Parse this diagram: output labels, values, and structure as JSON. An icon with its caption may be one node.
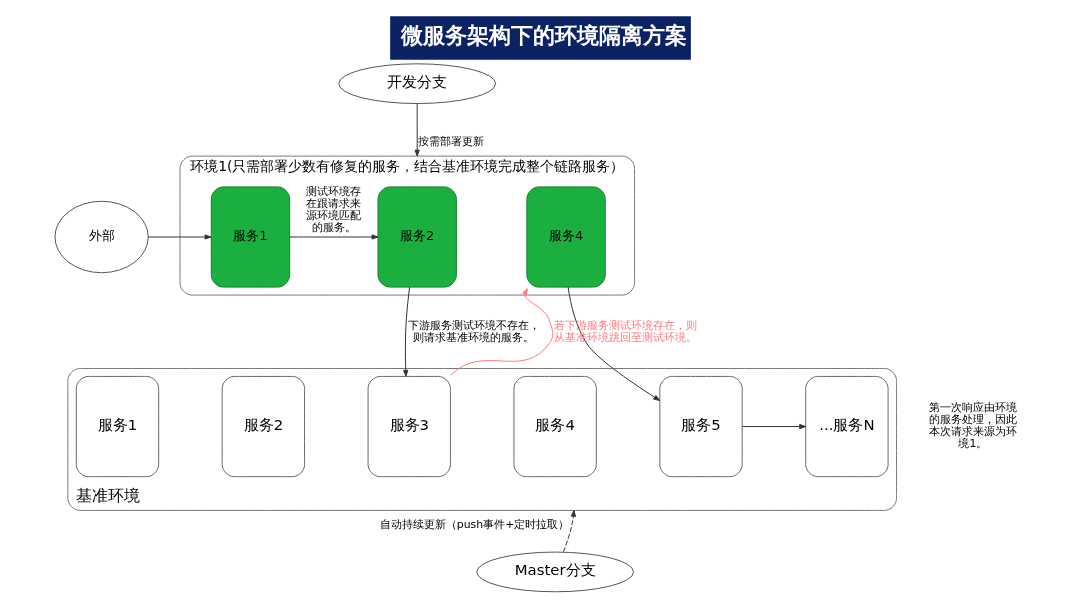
{
  "diagram": {
    "title": "微服务架构下的环境隔离方案",
    "nodes": [
      {
        "text": [
          "开发分支"
        ]
      },
      {
        "text": [
          "环境1(只需部署少数有修复的服务，结合基准环境完成整个链路服务）"
        ]
      },
      {
        "text": [
          "外部"
        ]
      },
      {
        "text": [
          "服务1"
        ],
        "in": 1
      },
      {
        "text": [
          "服务2"
        ],
        "in": 1
      },
      {
        "text": [
          "服务4"
        ],
        "in": 1
      },
      {
        "text": [
          "基准环境"
        ]
      },
      {
        "text": [
          "服务1"
        ],
        "in": 6
      },
      {
        "text": [
          "服务2"
        ],
        "in": 6
      },
      {
        "text": [
          "服务3"
        ],
        "in": 6
      },
      {
        "text": [
          "服务4"
        ],
        "in": 6
      },
      {
        "text": [
          "服务5"
        ],
        "in": 6
      },
      {
        "text": [
          "...服务N"
        ],
        "in": 6
      },
      {
        "text": [
          "Master分支"
        ]
      }
    ],
    "edges": [
      {
        "from": 0,
        "to": 1,
        "arrow": "to",
        "label": "按需部署更新"
      },
      {
        "from": 2,
        "to": 3,
        "arrow": "to"
      },
      {
        "from": 3,
        "to": 4,
        "arrow": "to",
        "label": "测试环境存在跟请求来源环境匹配的服务。"
      },
      {
        "from": 4,
        "to": 9,
        "arrow": "to",
        "label": "下游服务测试环境不存在，则请求基准环境的服务。"
      },
      {
        "from": 9,
        "to": 5,
        "arrow": "to",
        "label": "若下游服务测试环境存在，则从基准环境跳回至测试环境。",
        "color": "#ff7b7b"
      },
      {
        "from": 5,
        "to": 11,
        "arrow": "to"
      },
      {
        "from": 11,
        "to": 12,
        "arrow": "to"
      },
      {
        "from": 13,
        "to": 6,
        "arrow": "to",
        "label": "自动持续更新（push事件+定时拉取）",
        "style": "dashed"
      }
    ],
    "labels": [
      "第一次响应由环境的服务处理，因此本次请求来源为环境1。"
    ]
  }
}
